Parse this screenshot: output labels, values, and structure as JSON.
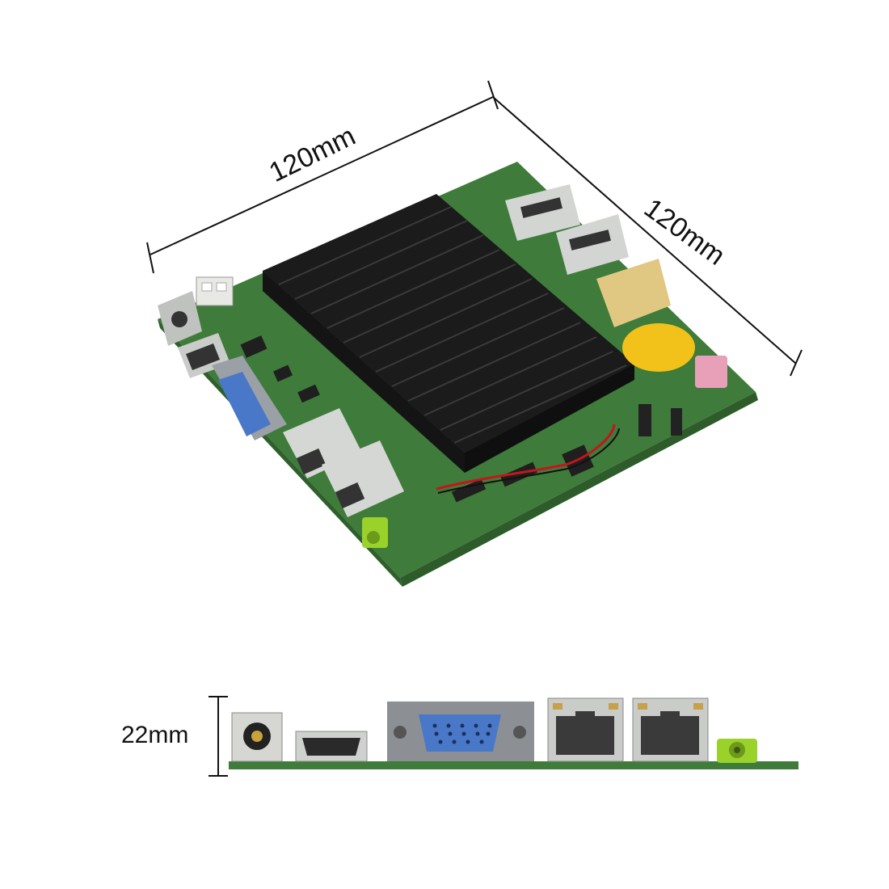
{
  "dimensions": {
    "width_label": "120mm",
    "depth_label": "120mm",
    "height_label": "22mm"
  },
  "colors": {
    "pcb": "#3f7b3a",
    "pcb_dark": "#2d5c2a",
    "heatsink": "#1b1b1b",
    "heatsink_fin": "#2b2b2b",
    "vga_blue": "#4a78c8",
    "lan_metal": "#c9ccc9",
    "audio_green": "#9ad12a",
    "audio_pink": "#e8a0b8",
    "battery_yellow": "#f2c21a"
  },
  "ports_side_view": [
    "dc-power-jack",
    "hdmi-port",
    "vga-port",
    "lan-port-1",
    "lan-port-2",
    "audio-jack"
  ]
}
